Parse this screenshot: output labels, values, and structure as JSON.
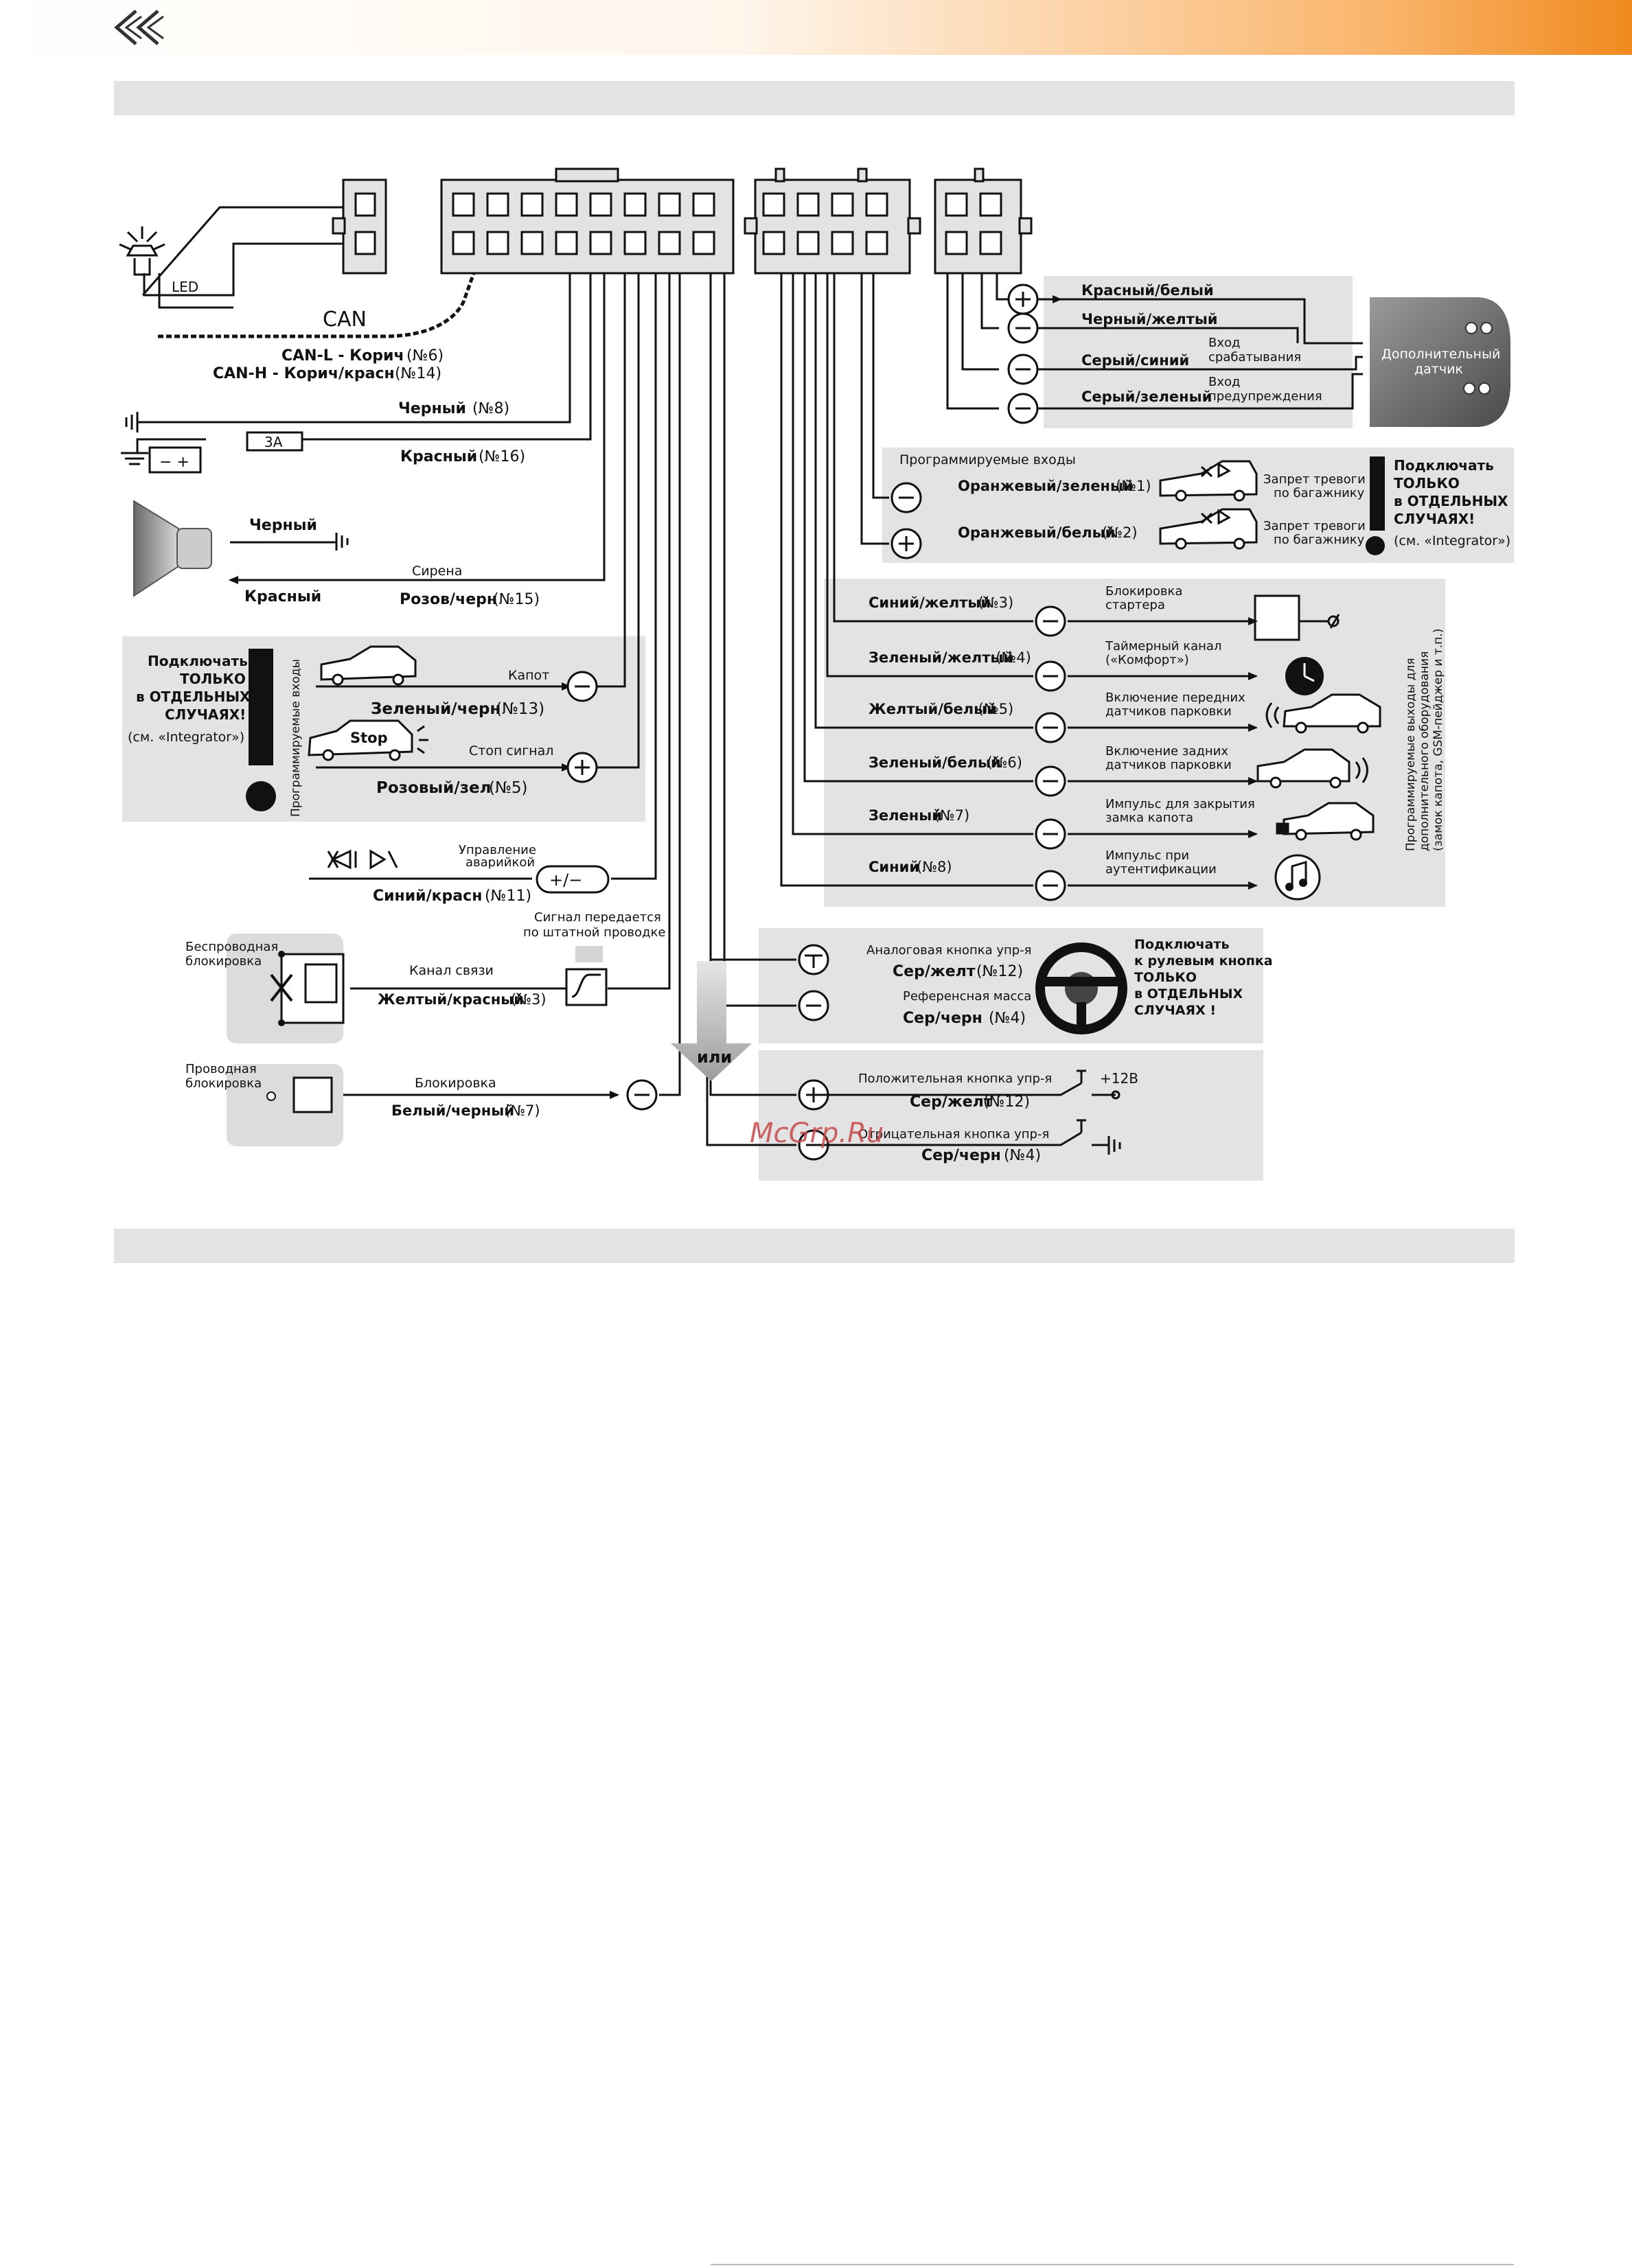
{
  "header": {
    "back_icon": "double-chevron-left-icon",
    "colors": {
      "accent": "#f08a1e",
      "panel": "#e3e3e3"
    }
  },
  "watermark": "McGrp.Ru",
  "left": {
    "led": "LED",
    "can": "CAN",
    "can_l": "CAN-L - Корич",
    "can_l_num": "(№6)",
    "can_h": "CAN-H - Корич/красн",
    "can_h_num": "(№14)",
    "black": "Черный",
    "black_num": "(№8)",
    "fuse": "3A",
    "red": "Красный",
    "red_num": "(№16)",
    "siren_black": "Черный",
    "siren_red": "Красный",
    "siren": "Сирена",
    "siren_wire": "Розов/черн",
    "siren_num": "(№15)"
  },
  "inputs_box": {
    "warn": [
      "Подключать",
      "ТОЛЬКО",
      "в ОТДЕЛЬНЫХ",
      "СЛУЧАЯХ!"
    ],
    "ref": "(см. «Integrator»)",
    "side": "Программируемые входы",
    "hood": "Капот",
    "hood_wire": "Зеленый/черн",
    "hood_num": "(№13)",
    "stop_badge": "Stop",
    "stop": "Стоп сигнал",
    "stop_wire": "Розовый/зел",
    "stop_num": "(№5)"
  },
  "mid": {
    "hazard": [
      "Управление",
      "аварийкой"
    ],
    "hazard_wire": "Синий/красн",
    "hazard_num": "(№11)",
    "signal": [
      "Сигнал передается",
      "по штатной проводке"
    ],
    "wireless": [
      "Беспроводная",
      "блокировка"
    ],
    "channel": "Канал связи",
    "channel_wire": "Желтый/красный",
    "channel_num": "(№3)",
    "wired": [
      "Проводная",
      "блокировка"
    ],
    "lock": "Блокировка",
    "lock_wire": "Белый/черный",
    "lock_num": "(№7)"
  },
  "sensor": {
    "w1": "Красный/белый",
    "w2": "Черный/желтый",
    "w3": "Серый/синий",
    "w4": "Серый/зеленый",
    "in1": [
      "Вход",
      "срабатывания"
    ],
    "in2": [
      "Вход",
      "предупреждения"
    ],
    "device": [
      "Дополнительный",
      "датчик"
    ]
  },
  "trunk": {
    "title": "Программируемые входы",
    "w1": "Оранжевый/зеленый",
    "w1_num": "(№1)",
    "w2": "Оранжевый/белый",
    "w2_num": "(№2)",
    "t1": [
      "Запрет тревоги",
      "по багажнику"
    ],
    "t2": [
      "Запрет тревоги",
      "по багажнику"
    ],
    "warn": [
      "Подключать",
      "ТОЛЬКО",
      "в ОТДЕЛЬНЫХ",
      "СЛУЧАЯХ!"
    ],
    "ref": "(см. «Integrator»)"
  },
  "outputs": {
    "side": [
      "Программируемые выходы для",
      "дополнительного оборудования",
      "(замок капота, GSM-пейджер и т.п.)"
    ],
    "rows": [
      {
        "wire": "Синий/желтый",
        "num": "(№3)",
        "desc": [
          "Блокировка",
          "стартера"
        ]
      },
      {
        "wire": "Зеленый/желтый",
        "num": "(№4)",
        "desc": [
          "Таймерный канал",
          "(«Комфорт»)"
        ]
      },
      {
        "wire": "Желтый/белый",
        "num": "(№5)",
        "desc": [
          "Включение передних",
          "датчиков парковки"
        ]
      },
      {
        "wire": "Зеленый/белый",
        "num": "(№6)",
        "desc": [
          "Включение задних",
          "датчиков парковки"
        ]
      },
      {
        "wire": "Зеленый",
        "num": "(№7)",
        "desc": [
          "Импульс для закрытия",
          "замка капота"
        ]
      },
      {
        "wire": "Синий",
        "num": "(№8)",
        "desc": [
          "Импульс при",
          "аутентификации"
        ]
      }
    ]
  },
  "steering": {
    "analog": "Аналоговая кнопка упр-я",
    "w1": "Сер/желт",
    "w1_num": "(№12)",
    "ref_mass": "Референсная масса",
    "w2": "Сер/черн",
    "w2_num": "(№4)",
    "warn": [
      "Подключать",
      "к рулевым кнопка",
      "ТОЛЬКО",
      "в ОТДЕЛЬНЫХ",
      "СЛУЧАЯХ !"
    ],
    "or": "или",
    "pos": "Положительная кнопка упр-я",
    "plus12": "+12В",
    "w3": "Сер/желт",
    "w3_num": "(№12)",
    "neg": "Отрицательная кнопка упр-я",
    "w4": "Сер/черн",
    "w4_num": "(№4)"
  }
}
